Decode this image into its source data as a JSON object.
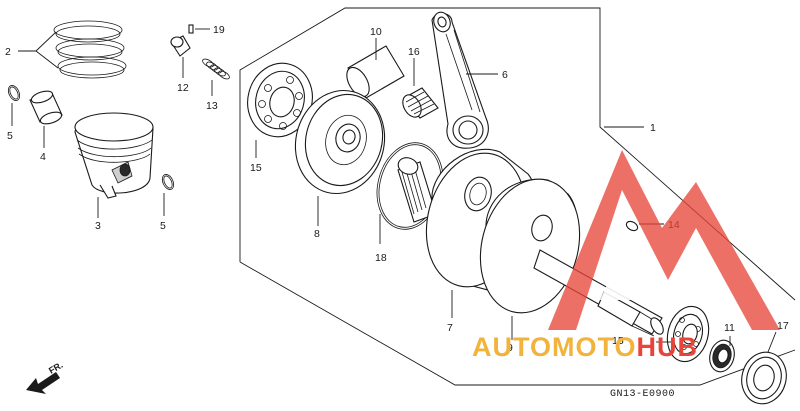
{
  "callouts": [
    {
      "id": "2",
      "label": "2"
    },
    {
      "id": "5a",
      "label": "5"
    },
    {
      "id": "4",
      "label": "4"
    },
    {
      "id": "3",
      "label": "3"
    },
    {
      "id": "5b",
      "label": "5"
    },
    {
      "id": "19",
      "label": "19"
    },
    {
      "id": "12",
      "label": "12"
    },
    {
      "id": "13",
      "label": "13"
    },
    {
      "id": "15a",
      "label": "15"
    },
    {
      "id": "10",
      "label": "10"
    },
    {
      "id": "16",
      "label": "16"
    },
    {
      "id": "6",
      "label": "6"
    },
    {
      "id": "8",
      "label": "8"
    },
    {
      "id": "18",
      "label": "18"
    },
    {
      "id": "1",
      "label": "1"
    },
    {
      "id": "14",
      "label": "14"
    },
    {
      "id": "7",
      "label": "7"
    },
    {
      "id": "9",
      "label": "9"
    },
    {
      "id": "15b",
      "label": "15"
    },
    {
      "id": "11",
      "label": "11"
    },
    {
      "id": "17",
      "label": "17"
    }
  ],
  "diagram_code": "GN13-E0900",
  "direction_label": "FR.",
  "watermark": {
    "text_part1": "AUTOMOTO",
    "text_part2": "HUB",
    "color_part1": "#f2b33d",
    "color_part2": "#e8443a",
    "logo_color": "#e8443a"
  }
}
